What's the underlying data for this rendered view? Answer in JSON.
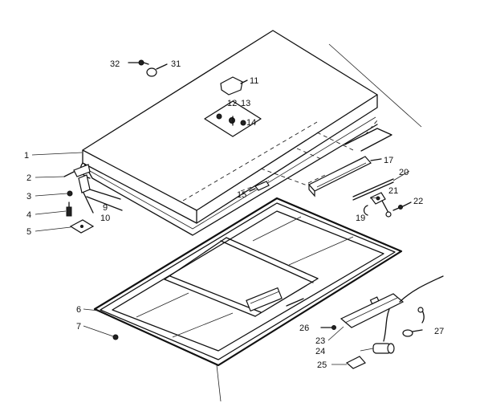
{
  "callouts": [
    {
      "id": "c1",
      "text": "1"
    },
    {
      "id": "c2",
      "text": "2"
    },
    {
      "id": "c3",
      "text": "3"
    },
    {
      "id": "c4",
      "text": "4"
    },
    {
      "id": "c5",
      "text": "5"
    },
    {
      "id": "c6",
      "text": "6"
    },
    {
      "id": "c7",
      "text": "7"
    },
    {
      "id": "c9",
      "text": "9"
    },
    {
      "id": "c10",
      "text": "10"
    },
    {
      "id": "c11",
      "text": "11"
    },
    {
      "id": "c12",
      "text": "12"
    },
    {
      "id": "c13",
      "text": "13"
    },
    {
      "id": "c14",
      "text": "14"
    },
    {
      "id": "c15",
      "text": "15"
    },
    {
      "id": "c17",
      "text": "17"
    },
    {
      "id": "c19",
      "text": "19"
    },
    {
      "id": "c20",
      "text": "20"
    },
    {
      "id": "c21",
      "text": "21"
    },
    {
      "id": "c22",
      "text": "22"
    },
    {
      "id": "c23",
      "text": "23"
    },
    {
      "id": "c24",
      "text": "24"
    },
    {
      "id": "c25",
      "text": "25"
    },
    {
      "id": "c26",
      "text": "26"
    },
    {
      "id": "c27",
      "text": "27"
    },
    {
      "id": "c31",
      "text": "31"
    },
    {
      "id": "c32",
      "text": "32"
    }
  ]
}
